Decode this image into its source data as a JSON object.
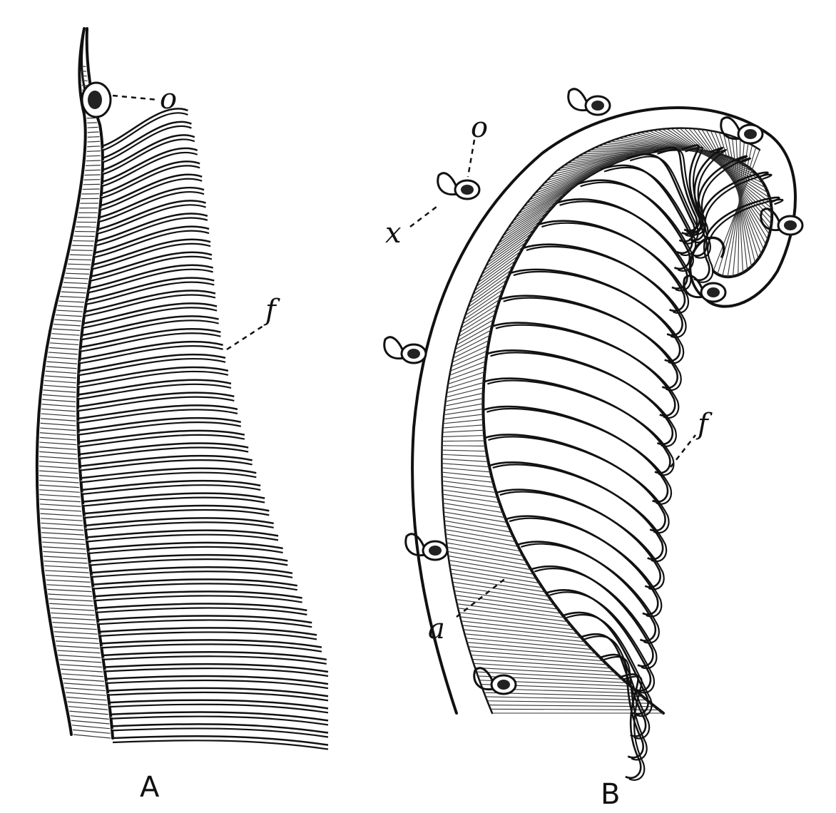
{
  "figure": {
    "panels": [
      {
        "id": "A",
        "caption": "A",
        "labels": [
          {
            "key": "o",
            "text": "o"
          },
          {
            "key": "f",
            "text": "f"
          }
        ]
      },
      {
        "id": "B",
        "caption": "B",
        "labels": [
          {
            "key": "o",
            "text": "o"
          },
          {
            "key": "x",
            "text": "x"
          },
          {
            "key": "f",
            "text": "f"
          },
          {
            "key": "a",
            "text": "a"
          }
        ]
      }
    ],
    "ink_color": "#111111",
    "background_color": "#ffffff"
  }
}
